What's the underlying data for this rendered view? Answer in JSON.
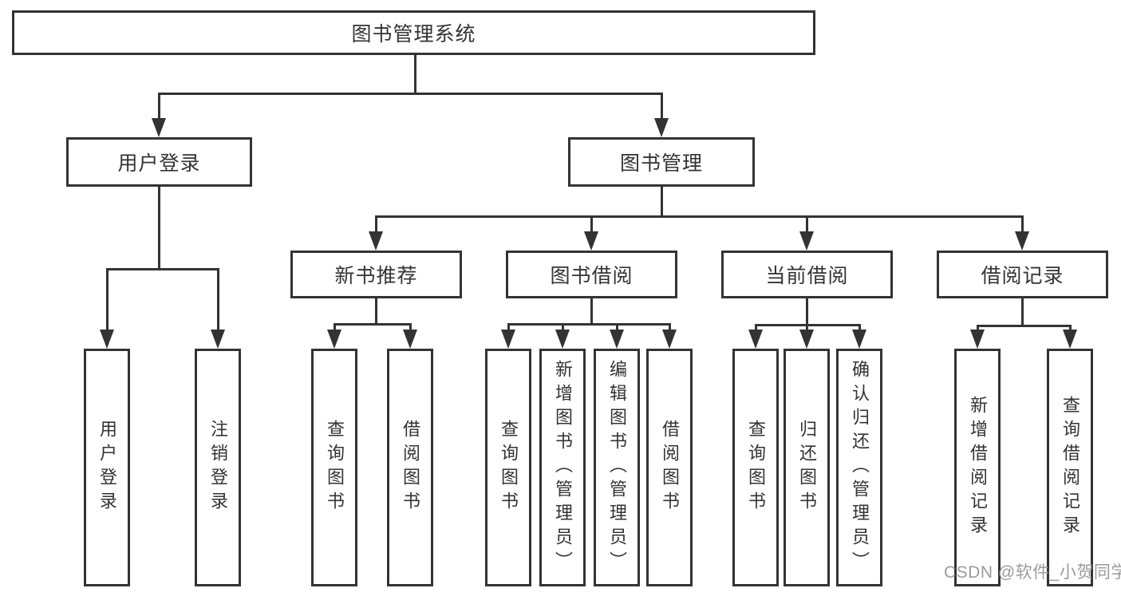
{
  "diagram_title": "图书管理系统",
  "tree": {
    "root": "图书管理系统",
    "children": [
      {
        "label": "用户登录",
        "children": [
          "用户登录",
          "注销登录"
        ]
      },
      {
        "label": "图书管理",
        "children": [
          {
            "label": "新书推荐",
            "children": [
              "查询图书",
              "借阅图书"
            ]
          },
          {
            "label": "图书借阅",
            "children": [
              "查询图书",
              "新增图书（管理员）",
              "编辑图书（管理员）",
              "借阅图书"
            ]
          },
          {
            "label": "当前借阅",
            "children": [
              "查询图书",
              "归还图书",
              "确认归还（管理员）"
            ]
          },
          {
            "label": "借阅记录",
            "children": [
              "新增借阅记录",
              "查询借阅记录"
            ]
          }
        ]
      }
    ]
  },
  "watermark": {
    "text": "CSDN @软件_小贺同学"
  },
  "colors": {
    "line": "#333333",
    "box_border": "#333333",
    "box_fill": "#ffffff",
    "text": "#333333",
    "watermark": "#9b9b9e",
    "background": "#ffffff"
  }
}
